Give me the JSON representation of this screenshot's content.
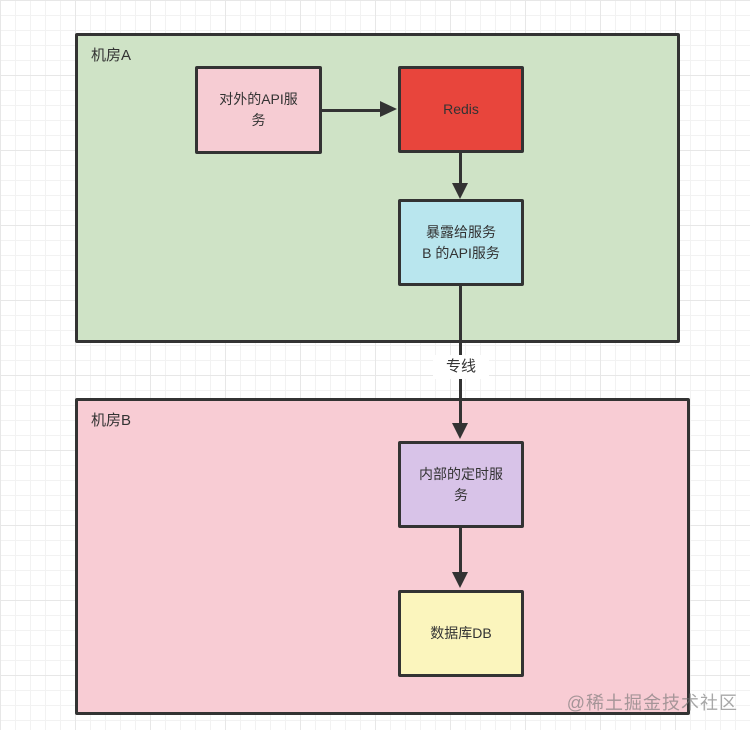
{
  "zones": {
    "a": {
      "label": "机房A",
      "fill": "#cfe3c6"
    },
    "b": {
      "label": "机房B",
      "fill": "#f8ccd4"
    }
  },
  "nodes": {
    "external_api": {
      "label": "对外的API服\n务",
      "fill": "#f6ccd3"
    },
    "redis": {
      "label": "Redis",
      "fill": "#e8453c"
    },
    "exposed_api": {
      "label": "暴露给服务\nB 的API服务",
      "fill": "#b9e6ee"
    },
    "internal_timer": {
      "label": "内部的定时服\n务",
      "fill": "#d8c3e8"
    },
    "database": {
      "label": "数据库DB",
      "fill": "#fbf5bd"
    }
  },
  "edges": {
    "dedicated_line": {
      "label": "专线"
    }
  },
  "watermark": {
    "text": "@稀土掘金技术社区"
  },
  "colors": {
    "border": "#333333",
    "text": "#333333",
    "arrow": "#333333"
  }
}
